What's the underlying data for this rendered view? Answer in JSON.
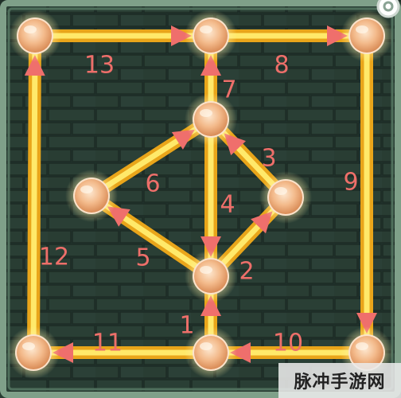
{
  "colors": {
    "line_outer": "#e9a51a",
    "line_inner": "#ffe96a",
    "arrow": "#ef6f6c",
    "label": "#ee6f6a",
    "node_fill": "#f2b788",
    "node_ring": "#fbe3cb",
    "frame": "#7fa089",
    "wall": "#24352e"
  },
  "puzzle": {
    "nodes": [
      {
        "id": "top-left"
      },
      {
        "id": "top-center"
      },
      {
        "id": "top-right"
      },
      {
        "id": "upper-center"
      },
      {
        "id": "left-middle"
      },
      {
        "id": "right-middle"
      },
      {
        "id": "lower-center"
      },
      {
        "id": "bottom-left"
      },
      {
        "id": "bottom-center"
      },
      {
        "id": "bottom-right"
      }
    ],
    "steps": [
      {
        "order": "1",
        "from": "bottom-center",
        "to": "lower-center"
      },
      {
        "order": "2",
        "from": "lower-center",
        "to": "right-middle"
      },
      {
        "order": "3",
        "from": "right-middle",
        "to": "upper-center"
      },
      {
        "order": "4",
        "from": "upper-center",
        "to": "lower-center"
      },
      {
        "order": "5",
        "from": "lower-center",
        "to": "left-middle"
      },
      {
        "order": "6",
        "from": "left-middle",
        "to": "upper-center"
      },
      {
        "order": "7",
        "from": "upper-center",
        "to": "top-center"
      },
      {
        "order": "8",
        "from": "top-center",
        "to": "top-right"
      },
      {
        "order": "9",
        "from": "top-right",
        "to": "bottom-right"
      },
      {
        "order": "10",
        "from": "bottom-right",
        "to": "bottom-center"
      },
      {
        "order": "11",
        "from": "bottom-center",
        "to": "bottom-left"
      },
      {
        "order": "12",
        "from": "bottom-left",
        "to": "top-left"
      },
      {
        "order": "13",
        "from": "top-left",
        "to": "top-center"
      }
    ]
  },
  "watermark": "脉冲手游网"
}
